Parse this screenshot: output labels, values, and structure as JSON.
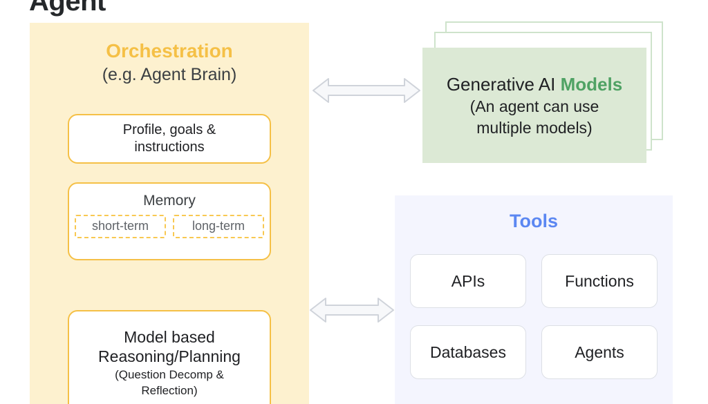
{
  "page": {
    "title": "Agent"
  },
  "orchestration": {
    "heading": "Orchestration",
    "subheading": "(e.g. Agent Brain)",
    "accent_color": "#F5C046",
    "panel_color": "#FDF1CF",
    "cards": {
      "profile": {
        "line1": "Profile, goals &",
        "line2": "instructions"
      },
      "memory": {
        "title": "Memory",
        "chips": [
          "short-term",
          "long-term"
        ]
      },
      "reasoning": {
        "line1": "Model based",
        "line2": "Reasoning/Planning",
        "note1": "(Question Decomp &",
        "note2": "Reflection)"
      }
    }
  },
  "models": {
    "title_prefix": "Generative AI ",
    "title_accent": "Models",
    "subtitle_line1": "(An agent can use",
    "subtitle_line2": "multiple models)",
    "accent_color": "#4FA264",
    "panel_color": "#DCE9D5"
  },
  "tools": {
    "heading": "Tools",
    "accent_color": "#5B87F2",
    "panel_color": "#F4F5FE",
    "items": [
      "APIs",
      "Functions",
      "Databases",
      "Agents"
    ]
  },
  "connectors": {
    "top": "double-headed-arrow",
    "bottom": "double-headed-arrow"
  }
}
